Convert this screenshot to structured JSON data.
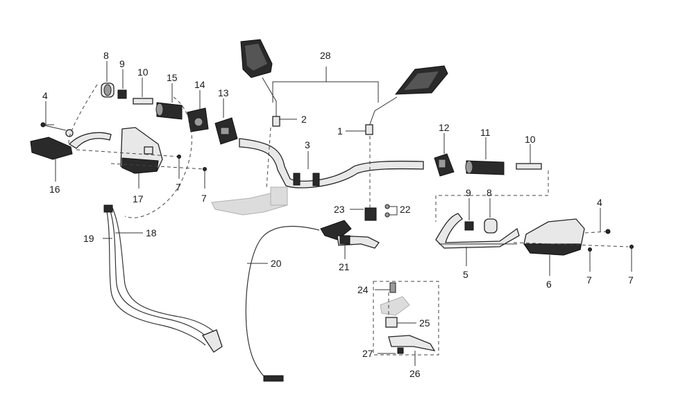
{
  "callouts": [
    "1",
    "2",
    "3",
    "4",
    "5",
    "6",
    "7",
    "8",
    "9",
    "10",
    "11",
    "12",
    "13",
    "14",
    "15",
    "16",
    "17",
    "18",
    "19",
    "20",
    "21",
    "22",
    "23",
    "24",
    "25",
    "26",
    "27",
    "28"
  ],
  "colors": {
    "line": "#333333",
    "part_fill": "#e8e8e8",
    "dark_part": "#2a2a2a",
    "ghost_part": "#dcdcdc"
  }
}
